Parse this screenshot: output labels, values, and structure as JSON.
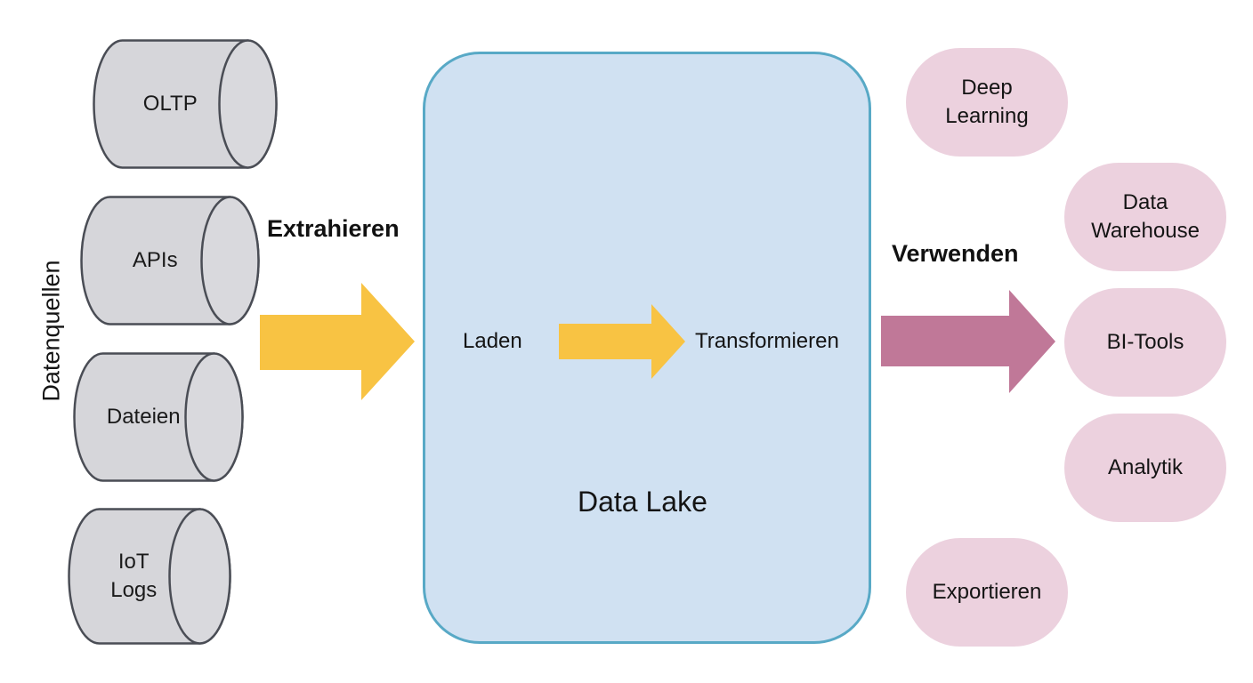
{
  "sources": {
    "title": "Datenquellen",
    "items": [
      {
        "label_lines": [
          "OLTP"
        ]
      },
      {
        "label_lines": [
          "APIs"
        ]
      },
      {
        "label_lines": [
          "Dateien"
        ]
      },
      {
        "label_lines": [
          "IoT",
          "Logs"
        ]
      }
    ]
  },
  "steps": {
    "extract": "Extrahieren",
    "use": "Verwenden"
  },
  "lake": {
    "title": "Data Lake",
    "load": "Laden",
    "transform": "Transformieren"
  },
  "targets": [
    {
      "label_lines": [
        "Deep",
        "Learning"
      ]
    },
    {
      "label_lines": [
        "Data",
        "Warehouse"
      ]
    },
    {
      "label_lines": [
        "BI-Tools"
      ]
    },
    {
      "label_lines": [
        "Analytik"
      ]
    },
    {
      "label_lines": [
        "Exportieren"
      ]
    }
  ],
  "colors": {
    "cylinder_fill": "#d6d6da",
    "cylinder_stroke": "#4a4d55",
    "lake_fill": "#d0e1f2",
    "lake_border": "#58a9c6",
    "arrow_yellow": "#f8c343",
    "arrow_pink": "#c07898",
    "pill_fill": "#ecd1de"
  }
}
